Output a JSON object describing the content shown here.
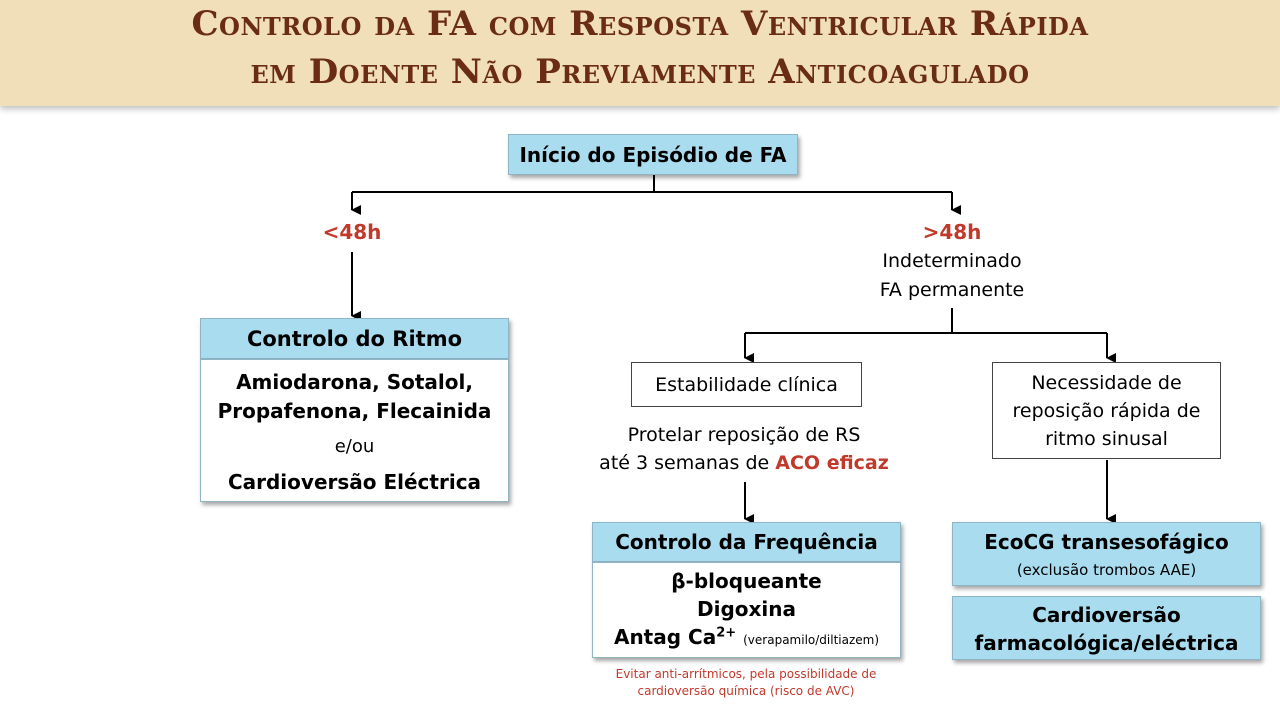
{
  "title": {
    "line1": "Controlo da FA com Resposta Ventricular Rápida",
    "line2": "em Doente Não Previamente Anticoagulado"
  },
  "start": "Início do Episódio de FA",
  "left": {
    "condition": "<48h",
    "box_title": "Controlo do Ritmo",
    "drugs_line1": "Amiodarona, Sotalol,",
    "drugs_line2": "Propafenona, Flecainida",
    "connector": "e/ou",
    "cardioversion": "Cardioversão Eléctrica"
  },
  "right": {
    "condition": ">48h",
    "sub1": "Indeterminado",
    "sub2": "FA permanente",
    "stability": {
      "box": "Estabilidade clínica",
      "note1": "Protelar reposição de RS",
      "note2_prefix": "até 3 semanas de ",
      "note2_highlight": "ACO eficaz",
      "freq_title": "Controlo da Frequência",
      "freq_item1": "β-bloqueante",
      "freq_item2": "Digoxina",
      "freq_item3": "Antag Ca",
      "freq_item3_sup": "2+",
      "freq_item3_note": "(verapamilo/diltiazem)",
      "warning1": "Evitar anti-arrítmicos, pela possibilidade de",
      "warning2": "cardioversão química (risco de AVC)"
    },
    "rapid": {
      "line1": "Necessidade de",
      "line2": "reposição rápida de",
      "line3": "ritmo sinusal",
      "eco_title": "EcoCG transesofágico",
      "eco_sub": "(exclusão trombos AAE)",
      "cv1": "Cardioversão",
      "cv2": "farmacológica/eléctrica"
    }
  },
  "colors": {
    "header_bg": "#f0dfb8",
    "title": "#6b2c16",
    "box_blue": "#a9dcef",
    "highlight_red": "#c0392b"
  }
}
